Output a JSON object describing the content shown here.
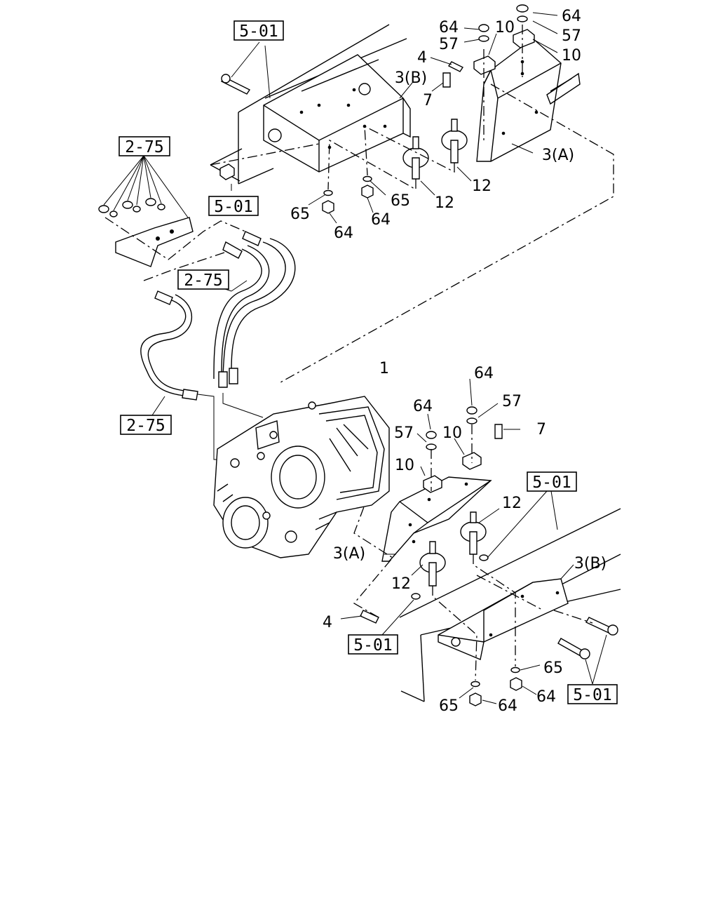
{
  "ref_boxes": {
    "b501_top": "5-01",
    "b501_left": "5-01",
    "b275_top": "2-75",
    "b275_mid": "2-75",
    "b275_bot": "2-75",
    "b501_right": "5-01",
    "b501_bot_left": "5-01",
    "b501_bot_right": "5-01"
  },
  "callouts": {
    "t64a": "64",
    "t57a": "57",
    "t10a": "10",
    "t64b": "64",
    "t57b": "57",
    "t10b": "10",
    "t4a": "4",
    "t3ba": "3(B)",
    "t7a": "7",
    "t3aa": "3(A)",
    "t12a": "12",
    "t12b": "12",
    "t65a": "65",
    "t64c": "64",
    "t65b": "65",
    "t64d": "64",
    "t1": "1",
    "t64e": "64",
    "t57c": "57",
    "t64f": "64",
    "t57d": "57",
    "t10c": "10",
    "t10d": "10",
    "t7b": "7",
    "t12c": "12",
    "t3ab": "3(A)",
    "t12d": "12",
    "t3bb": "3(B)",
    "t4b": "4",
    "t65c": "65",
    "t64g": "64",
    "t65d": "65",
    "t64h": "64"
  }
}
